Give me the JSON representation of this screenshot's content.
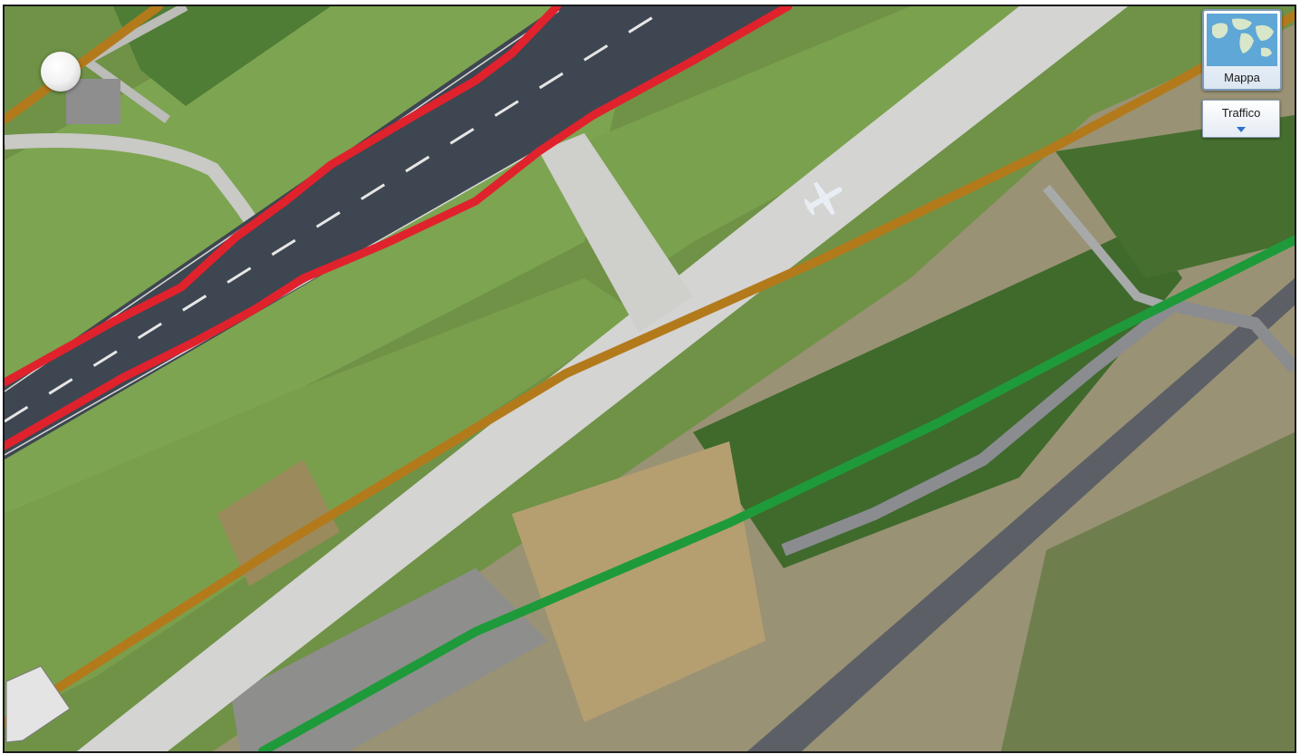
{
  "map": {
    "view": "satellite",
    "controls": {
      "map_type_label": "Mappa",
      "traffic_label": "Traffico"
    }
  },
  "overlay_lines": [
    {
      "color": "#e0222d",
      "name": "red-line-upper"
    },
    {
      "color": "#e0222d",
      "name": "red-line-lower"
    },
    {
      "color": "#b37a1c",
      "name": "brown-line"
    },
    {
      "color": "#1f9a3a",
      "name": "green-line"
    }
  ]
}
